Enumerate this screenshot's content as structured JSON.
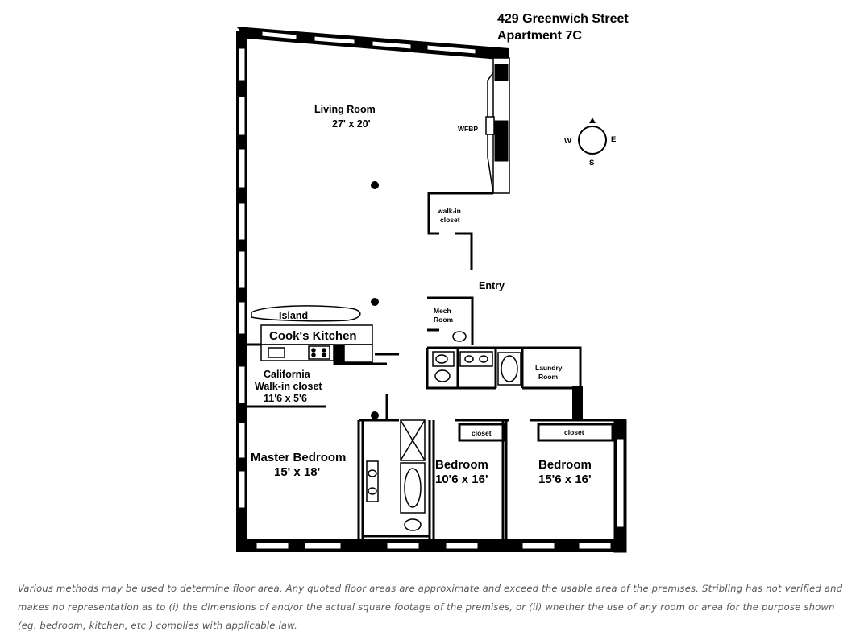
{
  "header": {
    "address": "429 Greenwich Street",
    "unit": "Apartment 7C"
  },
  "compass": {
    "n": "",
    "w": "W",
    "e": "E",
    "s": "S"
  },
  "rooms": {
    "living_room": {
      "name": "Living Room",
      "dims": "27' x 20'"
    },
    "wfbp": "WFBP",
    "walkin_closet": {
      "line1": "walk-in",
      "line2": "closet"
    },
    "entry": "Entry",
    "mech_room": {
      "line1": "Mech",
      "line2": "Room"
    },
    "island": "Island",
    "kitchen": "Cook's Kitchen",
    "california_closet": {
      "line1": "California",
      "line2": "Walk-in closet",
      "dims": "11'6 x 5'6"
    },
    "laundry": {
      "line1": "Laundry",
      "line2": "Room"
    },
    "master_bedroom": {
      "name": "Master Bedroom",
      "dims": "15' x 18'"
    },
    "bedroom_2": {
      "name": "Bedroom",
      "dims": "10'6 x 16'",
      "closet": "closet"
    },
    "bedroom_3": {
      "name": "Bedroom",
      "dims": "15'6 x 16'",
      "closet": "closet"
    }
  },
  "disclaimer": "Various methods may be used to determine floor area. Any quoted floor areas are approximate and exceed the usable area of the premises. Stribling has not verified and makes no representation as to (i) the dimensions of and/or the actual square footage of the premises, or (ii) whether the use of any room or area for the purpose shown (eg. bedroom, kitchen, etc.) complies with applicable law."
}
